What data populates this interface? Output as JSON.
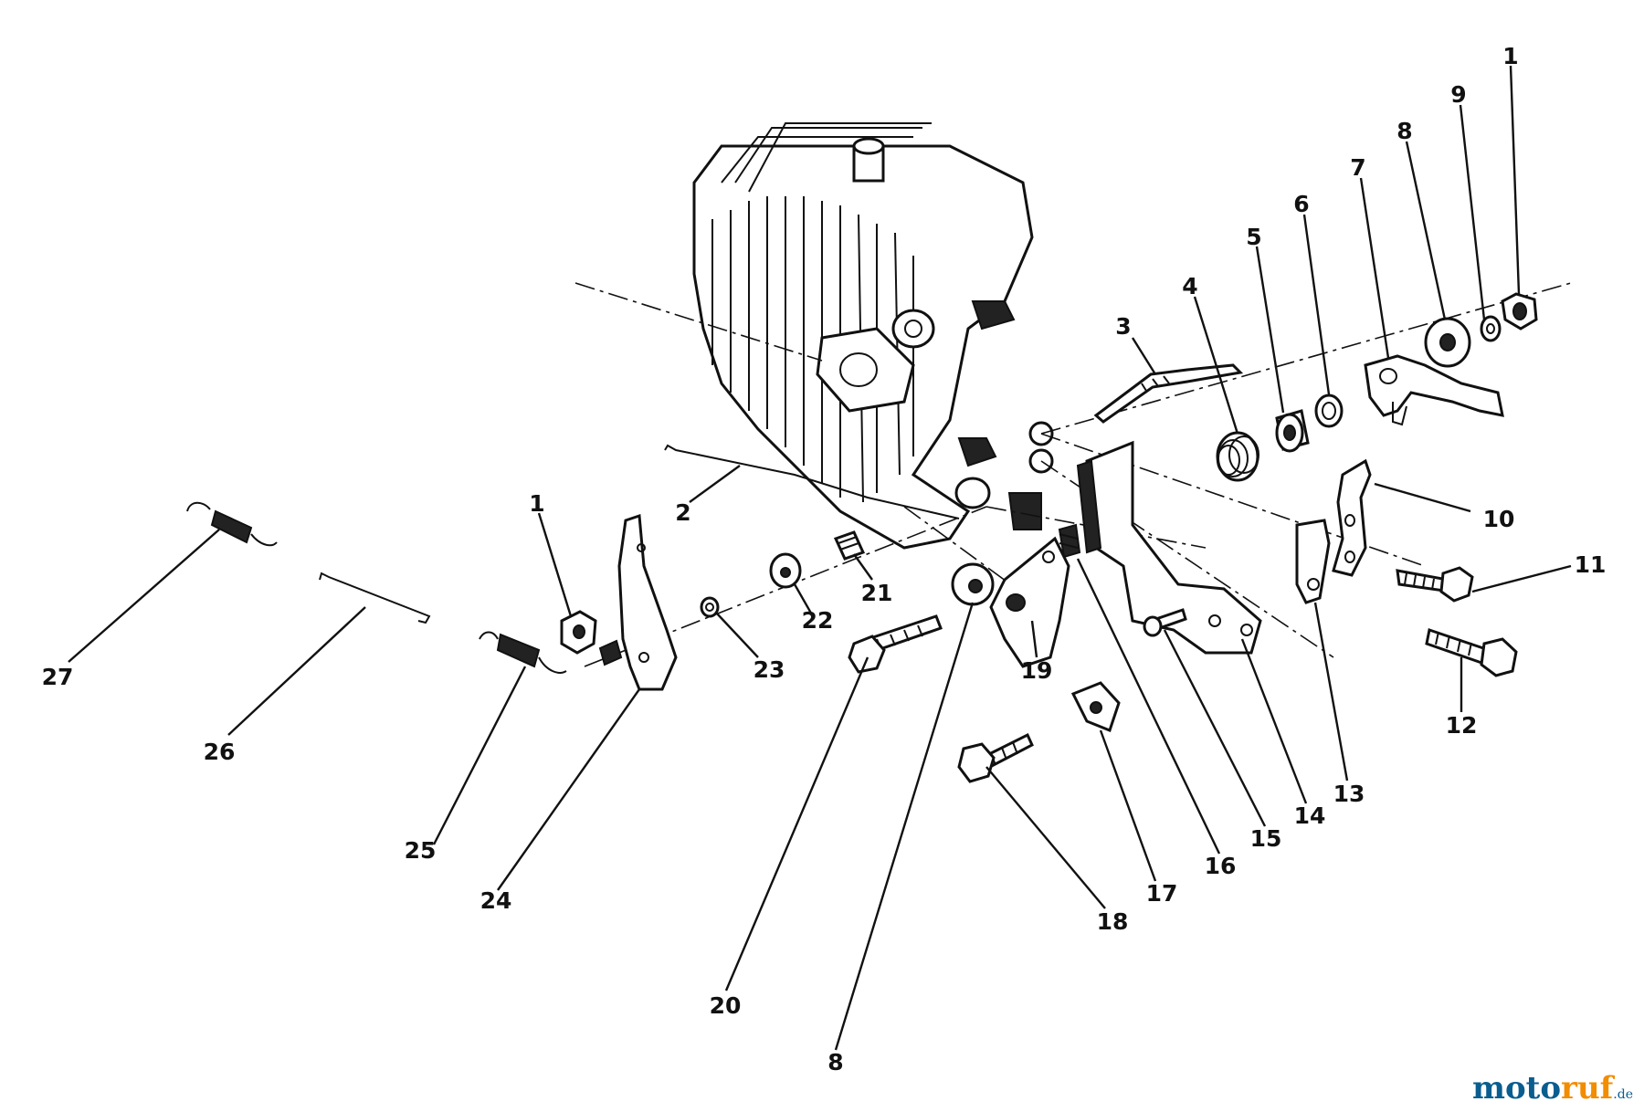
{
  "callouts": [
    {
      "label": "1"
    },
    {
      "label": "9"
    },
    {
      "label": "8"
    },
    {
      "label": "7"
    },
    {
      "label": "6"
    },
    {
      "label": "5"
    },
    {
      "label": "4"
    },
    {
      "label": "3"
    },
    {
      "label": "2"
    },
    {
      "label": "10"
    },
    {
      "label": "11"
    },
    {
      "label": "12"
    },
    {
      "label": "13"
    },
    {
      "label": "14"
    },
    {
      "label": "15"
    },
    {
      "label": "16"
    },
    {
      "label": "17"
    },
    {
      "label": "18"
    },
    {
      "label": "19"
    },
    {
      "label": "20"
    },
    {
      "label": "8"
    },
    {
      "label": "21"
    },
    {
      "label": "22"
    },
    {
      "label": "23"
    },
    {
      "label": "1"
    },
    {
      "label": "24"
    },
    {
      "label": "25"
    },
    {
      "label": "26"
    },
    {
      "label": "27"
    }
  ],
  "watermark": {
    "main": "moto",
    "accent": "ruf",
    "tld": ".de"
  }
}
